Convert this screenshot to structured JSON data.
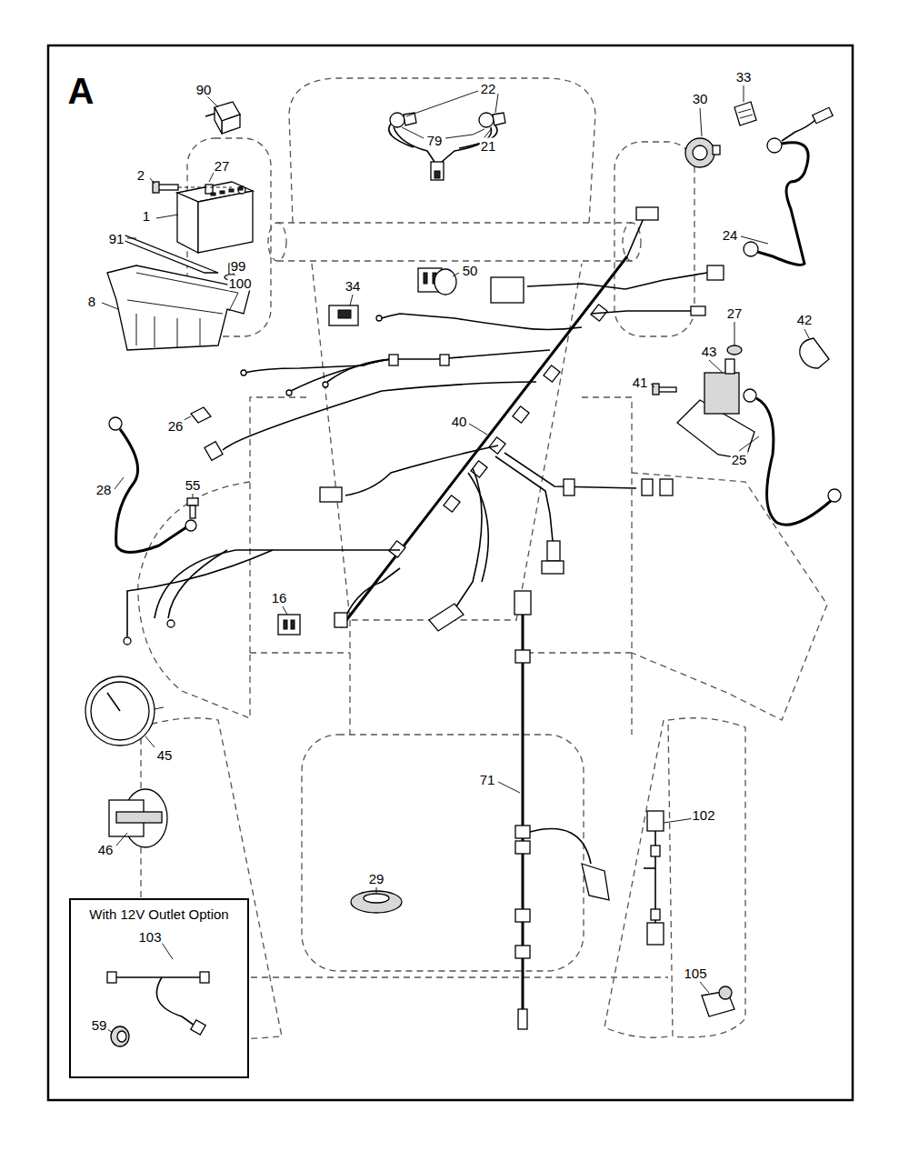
{
  "diagram": {
    "title": "A",
    "nodes": [
      {
        "text": [
          "With 12V Outlet Option"
        ]
      }
    ],
    "labels": [
      "90",
      "22",
      "30",
      "33",
      "27",
      "2",
      "79",
      "21",
      "1",
      "91",
      "24",
      "99",
      "100",
      "50",
      "8",
      "34",
      "27",
      "42",
      "43",
      "41",
      "26",
      "40",
      "25",
      "28",
      "55",
      "16",
      "45",
      "71",
      "46",
      "102",
      "29",
      "103",
      "105",
      "59"
    ]
  }
}
